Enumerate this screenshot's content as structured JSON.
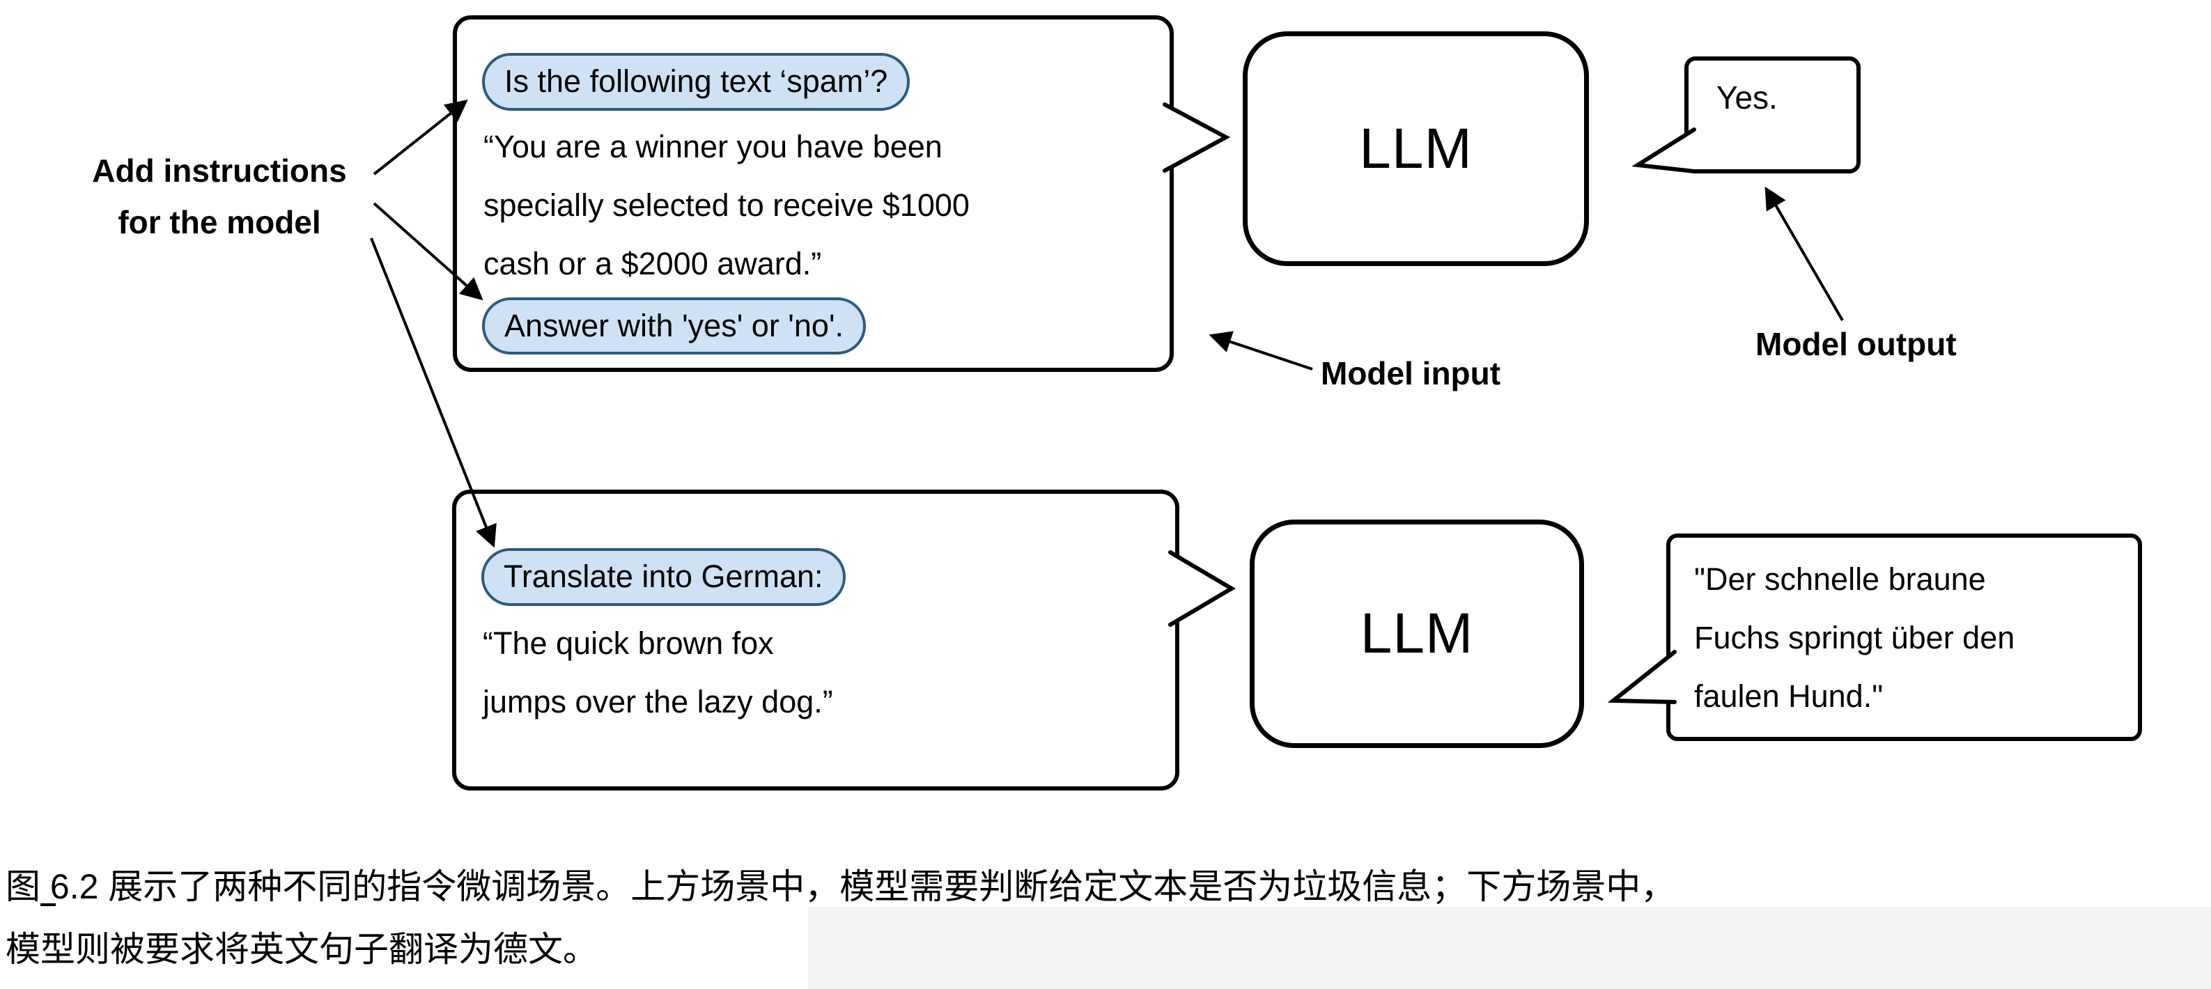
{
  "colors": {
    "pill_fill": "#cfe2f5",
    "pill_border": "#2e5a7d",
    "box_border": "#000000"
  },
  "annotations": {
    "add_instructions": [
      "Add instructions",
      "for the model"
    ],
    "model_input": "Model input",
    "model_output": "Model output"
  },
  "top_scenario": {
    "instruction_1": "Is the following text ‘spam’?",
    "input_lines": [
      "“You are a winner you have been",
      "specially selected to receive $1000",
      "cash or a $2000 award.”"
    ],
    "instruction_2": "Answer with 'yes' or 'no'.",
    "llm": "LLM",
    "output": "Yes."
  },
  "bottom_scenario": {
    "instruction": "Translate into German:",
    "input_lines": [
      "“The quick brown fox",
      "jumps over the lazy dog.”"
    ],
    "llm": "LLM",
    "output_lines": [
      "\"Der schnelle braune",
      "Fuchs springt über den",
      "faulen Hund.\""
    ]
  },
  "caption": {
    "line1": "图 6.2 展示了两种不同的指令微调场景。上方场景中，模型需要判断给定文本是否为垃圾信息；下方场景中，",
    "line2": "模型则被要求将英文句子翻译为德文。"
  }
}
